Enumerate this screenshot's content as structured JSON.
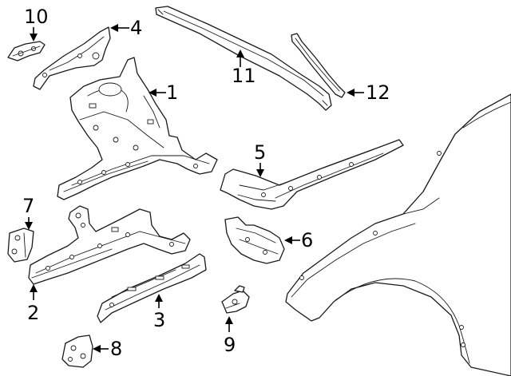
{
  "callouts": [
    {
      "key": "c1",
      "label": "1"
    },
    {
      "key": "c2",
      "label": "2"
    },
    {
      "key": "c3",
      "label": "3"
    },
    {
      "key": "c4",
      "label": "4"
    },
    {
      "key": "c5",
      "label": "5"
    },
    {
      "key": "c6",
      "label": "6"
    },
    {
      "key": "c7",
      "label": "7"
    },
    {
      "key": "c8",
      "label": "8"
    },
    {
      "key": "c9",
      "label": "9"
    },
    {
      "key": "c10",
      "label": "10"
    },
    {
      "key": "c11",
      "label": "11"
    },
    {
      "key": "c12",
      "label": "12"
    }
  ],
  "colors": {
    "line": "#1a1a1a",
    "background": "#ffffff"
  }
}
